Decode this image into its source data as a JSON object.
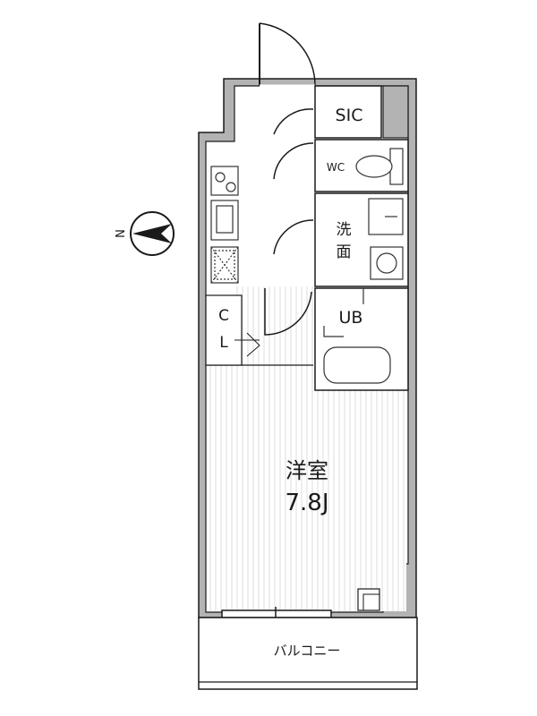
{
  "labels": {
    "sic": "SIC",
    "wc": "WC",
    "wash_1": "洗",
    "wash_2": "面",
    "ub": "UB",
    "cl_1": "C",
    "cl_2": "L",
    "room_name": "洋室",
    "room_size": "7.8J",
    "balcony": "バルコニー",
    "north": "N"
  },
  "colors": {
    "wall": "#1a1a1a",
    "wall_fill": "#b3b3b3",
    "floor_stripe": "#dcdcdc",
    "fixture": "#333333",
    "background": "#ffffff"
  }
}
